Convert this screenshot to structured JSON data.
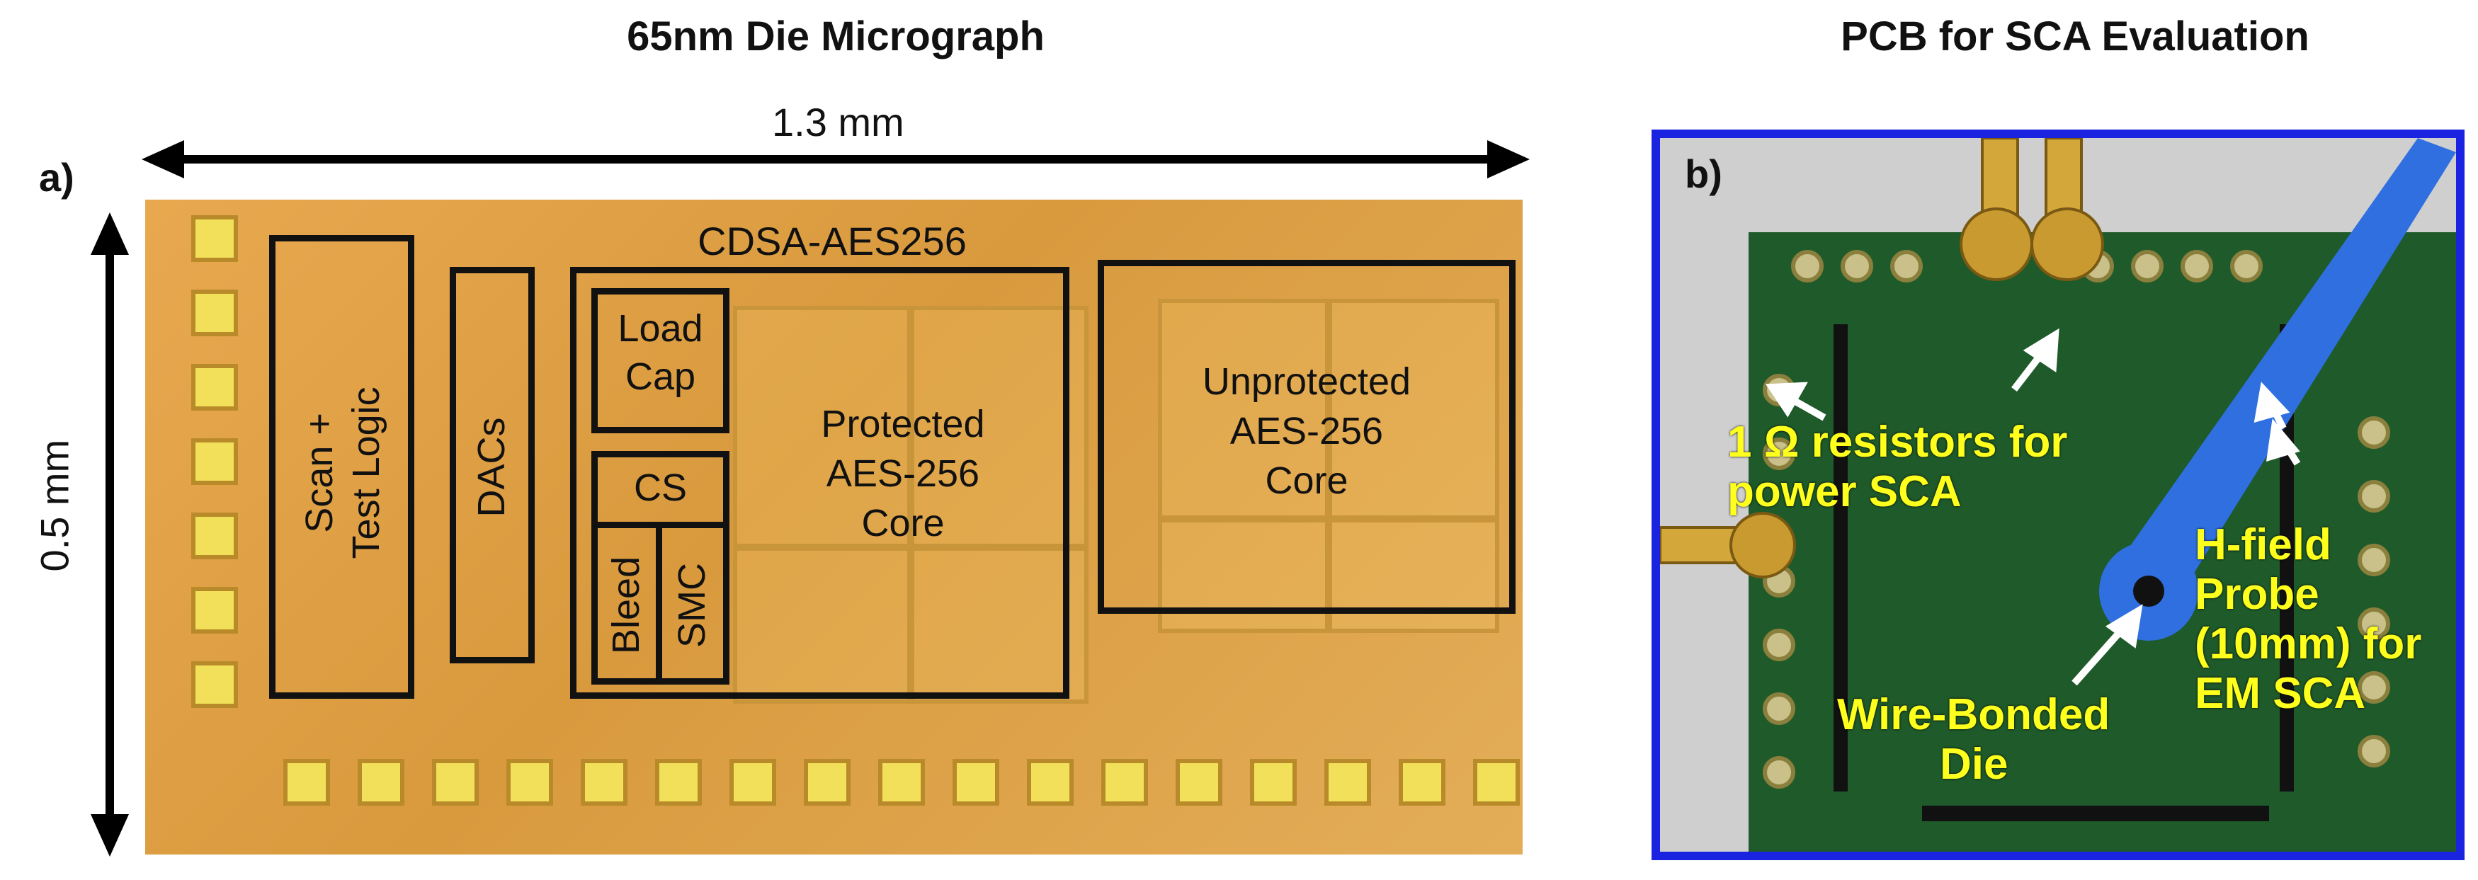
{
  "titles": {
    "left": "65nm Die Micrograph",
    "right": "PCB for SCA Evaluation"
  },
  "panel_a": {
    "label": "a)",
    "width_dim": "1.3 mm",
    "height_dim": "0.5 mm",
    "group_label": "CDSA-AES256",
    "blocks": {
      "scan": "Scan +\nTest Logic",
      "dacs": "DACs",
      "load_cap_1": "Load",
      "load_cap_2": "Cap",
      "protected_1": "Protected",
      "protected_2": "AES-256",
      "protected_3": "Core",
      "cs": "CS",
      "bleed": "Bleed",
      "smc": "SMC",
      "unprotected_1": "Unprotected",
      "unprotected_2": "AES-256",
      "unprotected_3": "Core"
    }
  },
  "panel_b": {
    "label": "b)",
    "annotations": {
      "resistors_1": "1 Ω resistors for",
      "resistors_2": "power SCA",
      "probe_1": "H-field",
      "probe_2": "Probe",
      "probe_3": "(10mm) for",
      "probe_4": "EM SCA",
      "die_1": "Wire-Bonded",
      "die_2": "Die"
    },
    "colors": {
      "frame": "#1a24e0",
      "annotation": "#ffff1e",
      "probe": "#2f6fe0",
      "board": "#1f5a2a"
    }
  }
}
